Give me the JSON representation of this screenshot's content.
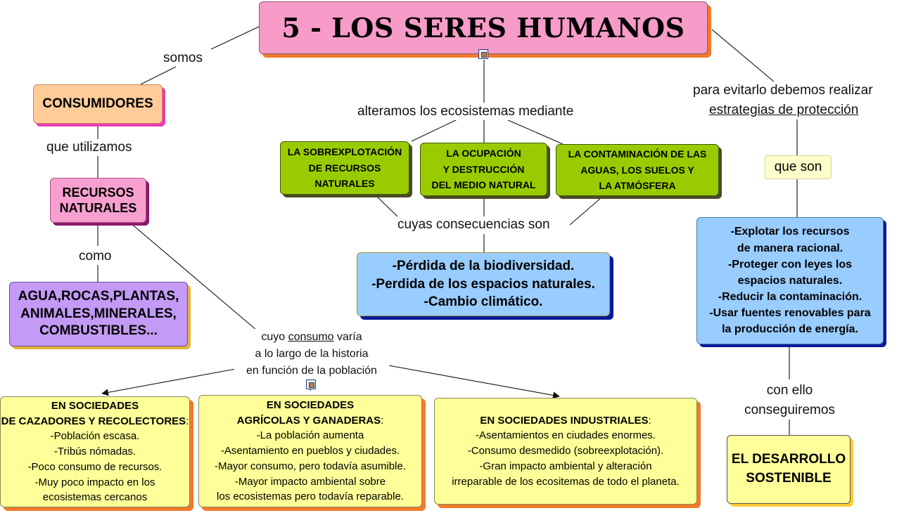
{
  "title": "5 - LOS SERES HUMANOS",
  "connectors": {
    "somos": "somos",
    "que_utilizamos": "que utilizamos",
    "como": "como",
    "alteramos": "alteramos los ecosistemas mediante",
    "cuyas_consecuencias": "cuyas consecuencias son",
    "cuyo_consumo": [
      "cuyo ",
      "consumo",
      " varía",
      "a lo largo de la historia",
      "en función de la población"
    ],
    "para_evitarlo": "para evitarlo debemos realizar",
    "estrategias": "estrategias de protección",
    "que_son": "que son",
    "con_ello": [
      "con ello",
      "conseguiremos"
    ]
  },
  "nodes": {
    "consumidores": "CONSUMIDORES",
    "recursos": [
      "RECURSOS",
      "NATURALES"
    ],
    "agua": [
      "AGUA,ROCAS,PLANTAS,",
      "ANIMALES,MINERALES,",
      "COMBUSTIBLES..."
    ],
    "sobreexplotacion": [
      "LA SOBREXPLOTACIÓN",
      "DE RECURSOS",
      "NATURALES"
    ],
    "ocupacion": [
      "LA OCUPACIÓN",
      "Y DESTRUCCIÓN",
      "DEL MEDIO NATURAL"
    ],
    "contaminacion": [
      "LA CONTAMINACIÓN DE LAS",
      "AGUAS, LOS SUELOS Y",
      "LA ATMÓSFERA"
    ],
    "consecuencias": [
      "-Pérdida de la biodiversidad.",
      "-Perdida de los espacios naturales.",
      "-Cambio climático."
    ],
    "estrategias": [
      "-Explotar los recursos",
      "de manera racional.",
      "-Proteger con leyes los",
      "espacios naturales.",
      "-Reducir la contaminación.",
      "-Usar fuentes renovables para",
      "la producción de energía."
    ],
    "desarrollo": [
      "EL DESARROLLO",
      "SOSTENIBLE"
    ],
    "cazadores": {
      "title": [
        "EN SOCIEDADES",
        "DE CAZADORES Y RECOLECTORES"
      ],
      "colon": ":",
      "lines": [
        "-Población escasa.",
        "-Tribús nómadas.",
        "-Poco consumo de recursos.",
        "-Muy poco impacto en los",
        "ecosistemas cercanos"
      ]
    },
    "agricolas": {
      "title": [
        "EN SOCIEDADES",
        "AGRÍCOLAS Y GANADERAS"
      ],
      "colon": ":",
      "lines": [
        "-La población aumenta",
        "-Asentamiento en pueblos y ciudades.",
        "-Mayor consumo, pero todavía asumible.",
        "-Mayor impacto ambiental sobre",
        "los ecosistemas pero todavía reparable."
      ]
    },
    "industriales": {
      "title": [
        "EN SOCIEDADES INDUSTRIALES"
      ],
      "colon": ":",
      "lines": [
        "-Asentamientos en ciudades enormes.",
        "-Consumo desmedido (sobreexplotación).",
        "-Gran impacto ambiental y alteración",
        "irreparable de los ecositemas de todo el planeta."
      ]
    }
  },
  "colors": {
    "title": "#f79bc8",
    "consumidores": "#ffcc99",
    "recursos": "#f7a0cf",
    "agua": "#c39af5",
    "green": "#99cc00",
    "blue": "#99ccff",
    "yellow": "#ffff99"
  }
}
